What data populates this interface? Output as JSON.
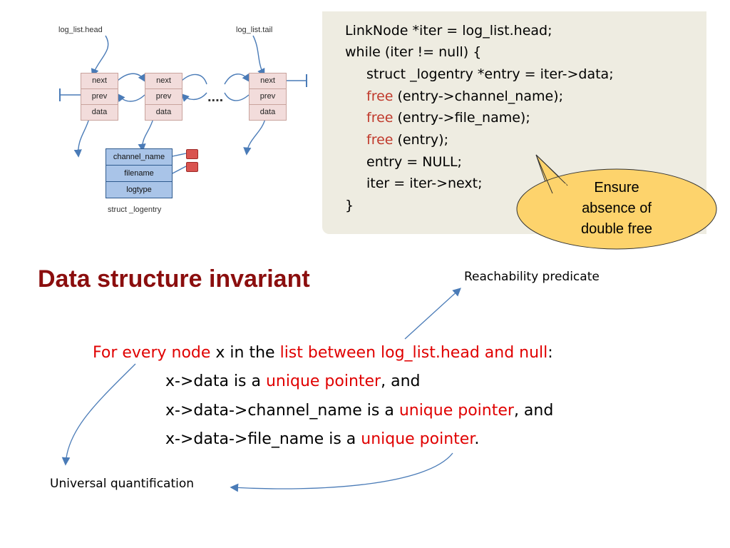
{
  "diagram": {
    "head_label": "log_list.head",
    "tail_label": "log_list.tail",
    "node_fields": [
      "next",
      "prev",
      "data"
    ],
    "ellipsis": "....",
    "struct_fields": [
      "channel_name",
      "filename",
      "logtype"
    ],
    "struct_caption": "struct _logentry"
  },
  "code": {
    "line1": "LinkNode *iter = log_list.head;",
    "line2": "while (iter != null) {",
    "line3": "struct _logentry *entry = iter->data;",
    "free_kw": "free",
    "line4_rest": " (entry->channel_name);",
    "line5_rest": " (entry->file_name);",
    "line6_rest": " (entry);",
    "line7": "entry = NULL;",
    "line8": "iter = iter->next;",
    "line9": "}"
  },
  "bubble": {
    "line1": "Ensure",
    "line2": "absence of",
    "line3": "double free"
  },
  "title": "Data structure invariant",
  "annotations": {
    "reachability": "Reachability predicate",
    "universal": "Universal quantification"
  },
  "invariant": {
    "l1_a": "For every node",
    "l1_b": " x in the ",
    "l1_c": "list between log_list.head and null",
    "l1_d": ":",
    "l2_a": "x->data is a ",
    "l2_b": "unique pointer",
    "l2_c": ", and",
    "l3_a": "x->data->channel_name is a ",
    "l3_b": "unique pointer",
    "l3_c": ", and",
    "l4_a": "x->data->file_name is a ",
    "l4_b": "unique pointer",
    "l4_c": "."
  },
  "colors": {
    "title": "#8b0e0e",
    "highlight": "#e00000",
    "keyword": "#c0392b",
    "code_bg": "#eeece1",
    "bubble_fill": "#fdd36c",
    "arrow": "#4a7bb7"
  }
}
